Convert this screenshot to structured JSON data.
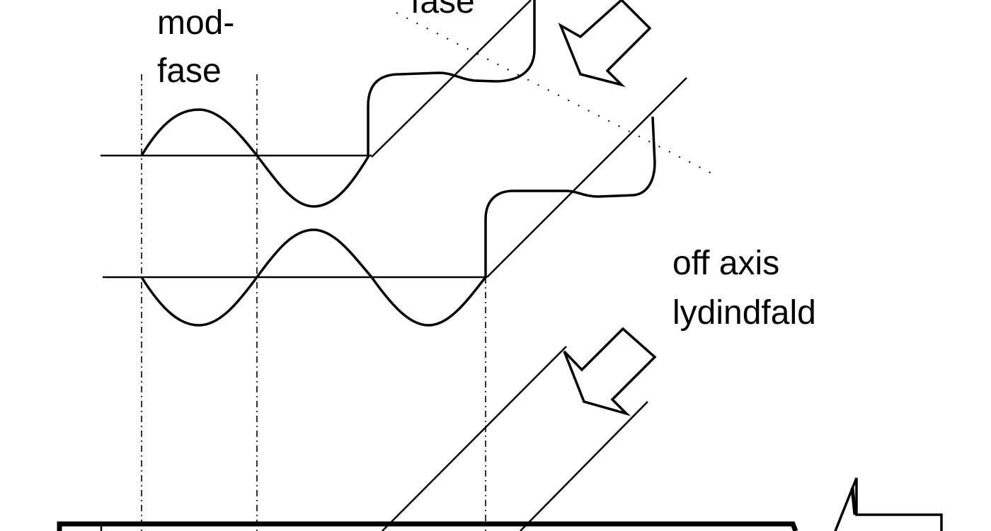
{
  "labels": {
    "top_fase": "fase",
    "mod_line1": "mod-",
    "mod_line2": "fase",
    "offaxis_line1": "off axis",
    "offaxis_line2": "lydindfald"
  },
  "colors": {
    "ink": "#000000",
    "background": "#ffffff"
  }
}
